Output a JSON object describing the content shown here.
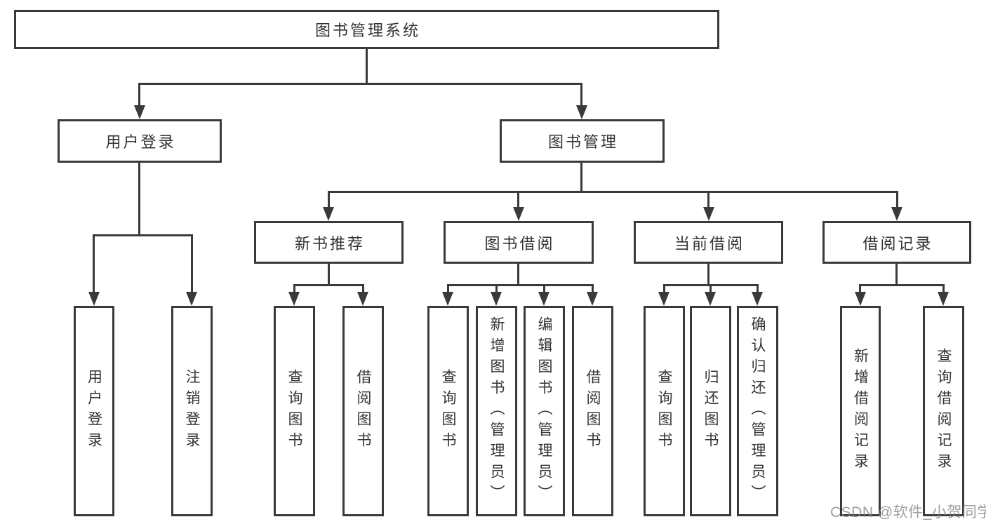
{
  "diagram": {
    "type": "hierarchy-tree",
    "title": "图书管理系统",
    "hierarchy": {
      "图书管理系统": {
        "用户登录": [
          "用户登录",
          "注销登录"
        ],
        "图书管理": {
          "新书推荐": [
            "查询图书",
            "借阅图书"
          ],
          "图书借阅": [
            "查询图书",
            "新增图书（管理员）",
            "编辑图书（管理员）",
            "借阅图书"
          ],
          "当前借阅": [
            "查询图书",
            "归还图书",
            "确认归还（管理员）"
          ],
          "借阅记录": [
            "新增借阅记录",
            "查询借阅记录"
          ]
        }
      }
    }
  },
  "nodes": {
    "root": {
      "label": "图书管理系统"
    },
    "user_login": {
      "label": "用户登录"
    },
    "book_mgmt": {
      "label": "图书管理"
    },
    "new_book_rec": {
      "label": "新书推荐"
    },
    "book_borrow": {
      "label": "图书借阅"
    },
    "current_borrow": {
      "label": "当前借阅"
    },
    "borrow_records": {
      "label": "借阅记录"
    },
    "leaf_user_login": {
      "label": "用户登录"
    },
    "leaf_logout": {
      "label": "注销登录"
    },
    "leaf_nbr_query": {
      "label": "查询图书"
    },
    "leaf_nbr_borrow": {
      "label": "借阅图书"
    },
    "leaf_bb_query": {
      "label": "查询图书"
    },
    "leaf_bb_add": {
      "label": "新增图书（管理员）"
    },
    "leaf_bb_edit": {
      "label": "编辑图书（管理员）"
    },
    "leaf_bb_borrow": {
      "label": "借阅图书"
    },
    "leaf_cb_query": {
      "label": "查询图书"
    },
    "leaf_cb_return": {
      "label": "归还图书"
    },
    "leaf_cb_confirm": {
      "label": "确认归还（管理员）"
    },
    "leaf_br_add": {
      "label": "新增借阅记录"
    },
    "leaf_br_query": {
      "label": "查询借阅记录"
    }
  },
  "watermark": {
    "text": "CSDN @软件_小贺同学"
  },
  "colors": {
    "line": "#3a3a3a",
    "box_border": "#3a3a3a",
    "text": "#333333",
    "watermark": "#878787",
    "background": "#ffffff"
  }
}
